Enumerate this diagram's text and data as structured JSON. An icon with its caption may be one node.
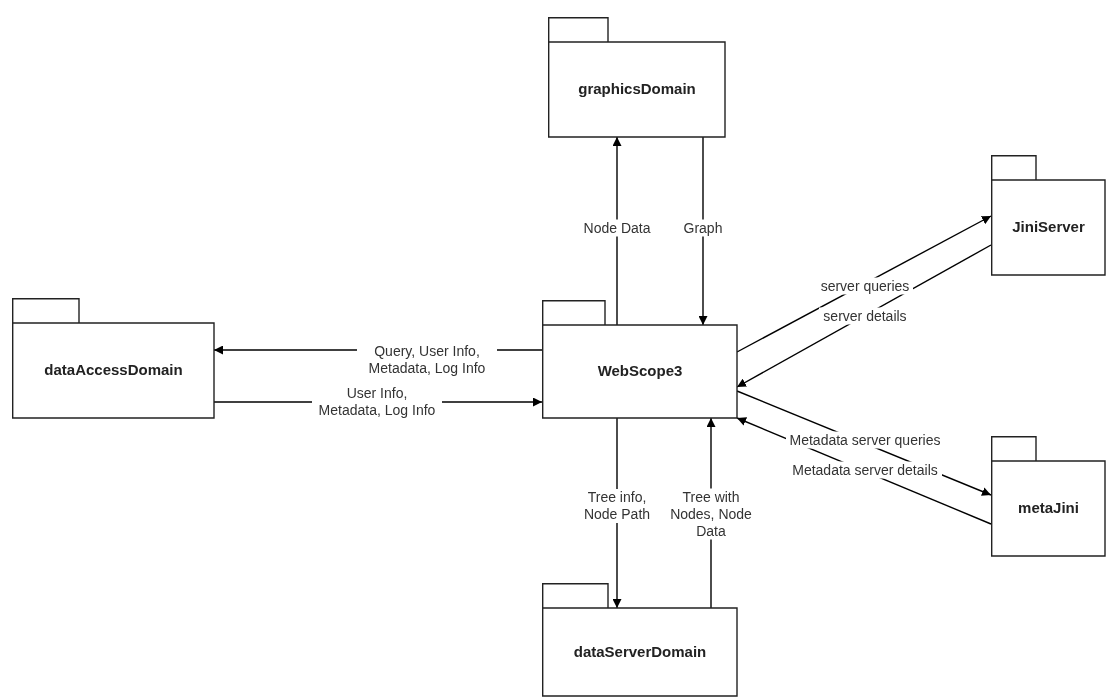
{
  "diagram": {
    "nodes": [
      {
        "text": [
          "graphicsDomain"
        ]
      },
      {
        "text": [
          "JiniServer"
        ]
      },
      {
        "text": [
          "dataAccessDomain"
        ]
      },
      {
        "text": [
          "WebScope3"
        ]
      },
      {
        "text": [
          "metaJini"
        ]
      },
      {
        "text": [
          "dataServerDomain"
        ]
      }
    ],
    "edges": [
      {
        "from": 3,
        "to": 2,
        "arrow": "to",
        "label": "Query, User Info, Metadata, Log Info"
      },
      {
        "from": 2,
        "to": 3,
        "arrow": "to",
        "label": "User Info, Metadata, Log Info"
      },
      {
        "from": 3,
        "to": 0,
        "arrow": "to",
        "label": "Node Data"
      },
      {
        "from": 0,
        "to": 3,
        "arrow": "to",
        "label": "Graph"
      },
      {
        "from": 3,
        "to": 1,
        "arrow": "to",
        "label": "server queries"
      },
      {
        "from": 1,
        "to": 3,
        "arrow": "to",
        "label": "server details"
      },
      {
        "from": 3,
        "to": 4,
        "arrow": "to",
        "label": "Metadata server queries"
      },
      {
        "from": 4,
        "to": 3,
        "arrow": "to",
        "label": "Metadata server details"
      },
      {
        "from": 3,
        "to": 5,
        "arrow": "to",
        "label": "Tree info, Node Path"
      },
      {
        "from": 5,
        "to": 3,
        "arrow": "to",
        "label": "Tree with Nodes, Node Data"
      }
    ]
  }
}
